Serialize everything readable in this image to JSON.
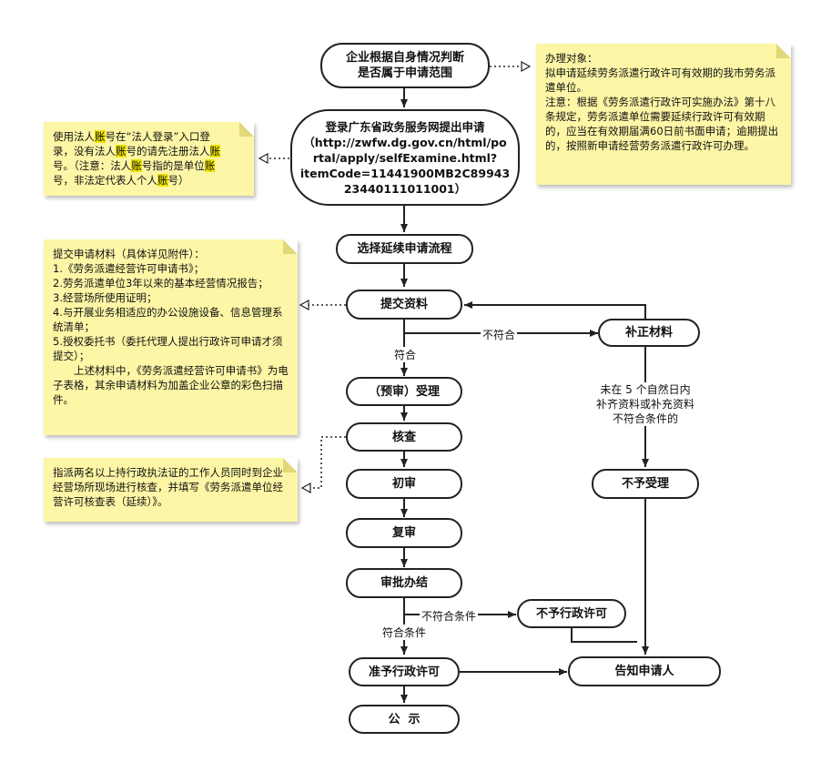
{
  "nodes": {
    "judge": [
      "企业根据自身情况判断",
      "是否属于申请范围"
    ],
    "apply": [
      "登录广东省政务服务网提出申请",
      "（http://zwfw.dg.gov.cn/html/po",
      "rtal/apply/selfExamine.html?",
      "itemCode=11441900MB2C89943",
      "23440111011001）"
    ],
    "select_flow": "选择延续申请流程",
    "submit": "提交资料",
    "supplement": "补正材料",
    "pre_accept": "（预审）受理",
    "verify": "核查",
    "first_review": "初审",
    "re_review": "复审",
    "approve": "审批办结",
    "deny_license": "不予行政许可",
    "grant_license": "准予行政许可",
    "reject_accept": "不予受理",
    "notify": "告知申请人",
    "publicize": "公  示"
  },
  "edge_labels": {
    "not_match": "不符合",
    "match": "符合",
    "not_met": "不符合条件",
    "met": "符合条件",
    "timeout": [
      "未在 5 个自然日内",
      "补齐资料或补充资料",
      "不符合条件的"
    ]
  },
  "notes": {
    "target": [
      "办理对象：",
      "拟申请延续劳务派遣行政许可有效期的我市劳务派遣单位。",
      "注意：根据《劳务派遣行政许可实施办法》第十八条规定，劳务派遣单位需要延续行政许可有效期的，应当在有效期届满60日前书面申请；逾期提出的，按照新申请经营劳务派遣行政许可办理。"
    ],
    "login": {
      "line1_a": "使用法人",
      "line1_b": "账",
      "line1_c": "号在“法人登录”入口登",
      "line2_a": "录，没有法人",
      "line2_b": "账",
      "line2_c": "号的请先注册法人",
      "line2_d": "账",
      "line3_a": "号。（注意：法人",
      "line3_b": "账",
      "line3_c": "号指的是单位",
      "line3_d": "账",
      "line4_a": "号，非法定代表人个人",
      "line4_b": "账",
      "line4_c": "号）"
    },
    "materials": [
      "提交申请材料（具体详见附件）：",
      "1.《劳务派遣经营许可申请书》；",
      "2.劳务派遣单位3年以来的基本经营情况报告；",
      "3.经营场所使用证明；",
      "4.与开展业务相适应的办公设施设备、信息管理系统清单；",
      "5.授权委托书（委托代理人提出行政许可申请才须提交）；",
      "　　上述材料中，《劳务派遣经营许可申请书》为电子表格，其余申请材料为加盖企业公章的彩色扫描件。"
    ],
    "inspection": [
      "指派两名以上持行政执法证的工作人员同时到企业经营场所现场进行核查，并填写《劳务派遣单位经营许可核查表（延续）》。"
    ]
  },
  "colors": {
    "note_bg": "#fdf6a6",
    "highlight": "#f0e400",
    "line": "#222222"
  }
}
